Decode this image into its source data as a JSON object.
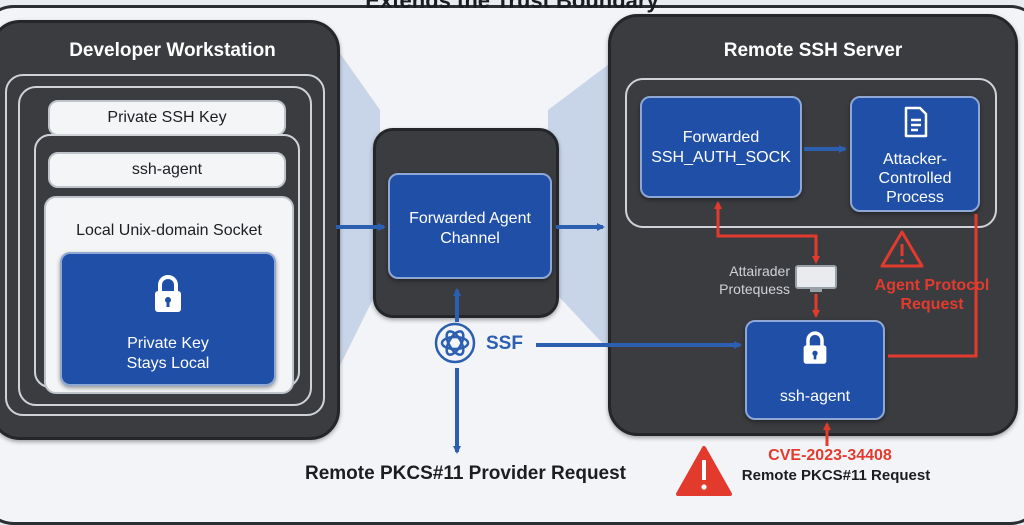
{
  "diagram": {
    "title": "Extends the Trust Boundary",
    "workstation": {
      "title": "Developer Workstation",
      "private_key_card": "Private SSH Key",
      "agent_card": "ssh-agent",
      "socket_card": "Local Unix-domain Socket",
      "local_key_line1": "Private Key",
      "local_key_line2": "Stays Local"
    },
    "channel": {
      "line1": "Forwarded Agent",
      "line2": "Channel"
    },
    "ssf_label": "SSF",
    "remote": {
      "title": "Remote SSH Server",
      "auth_sock_line1": "Forwarded",
      "auth_sock_line2": "SSH_AUTH_SOCK",
      "attacker_line1": "Attacker-",
      "attacker_line2": "Controlled",
      "attacker_line3": "Process",
      "middle_line1": "Attairader",
      "middle_line2": "Protequess",
      "protocol_line1": "Agent Protocol",
      "protocol_line2": "Request",
      "remote_agent": "ssh-agent"
    },
    "bottom_left": "Remote PKCS#11 Provider Request",
    "cve": "CVE-2023-34408",
    "cve_request": "Remote PKCS#11 Request"
  },
  "colors": {
    "panel": "#3a3c40",
    "card_blue": "#1f4fa6",
    "arrow_blue": "#2d5fb0",
    "alert_red": "#e23b2e",
    "beam": "#b9cbe3"
  },
  "icons": [
    "lock-icon",
    "document-icon",
    "warning-icon",
    "openai-knot-icon",
    "monitor-icon"
  ]
}
